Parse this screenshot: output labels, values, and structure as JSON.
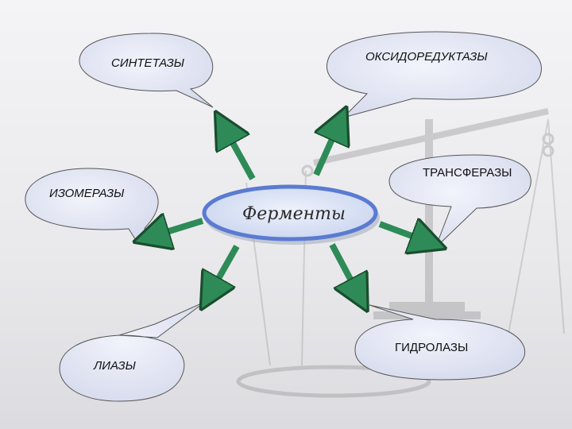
{
  "diagram": {
    "center_label": "Ферменты",
    "nodes": {
      "sintetazy": "СИНТЕТАЗЫ",
      "oksidoreduktazy": "ОКСИДОРЕДУКТАЗЫ",
      "izomerazy": "ИЗОМЕРАЗЫ",
      "transferazy": "ТРАНСФЕРАЗЫ",
      "liazy": "ЛИАЗЫ",
      "gidrolazy": "ГИДРОЛАЗЫ"
    },
    "colors": {
      "arrow": "#2e8b57",
      "arrow_outline": "#1a4d2e",
      "bubble_fill": "#e3e6f3",
      "center_fill": "#d7def0",
      "center_border": "#5a7bd1"
    }
  }
}
